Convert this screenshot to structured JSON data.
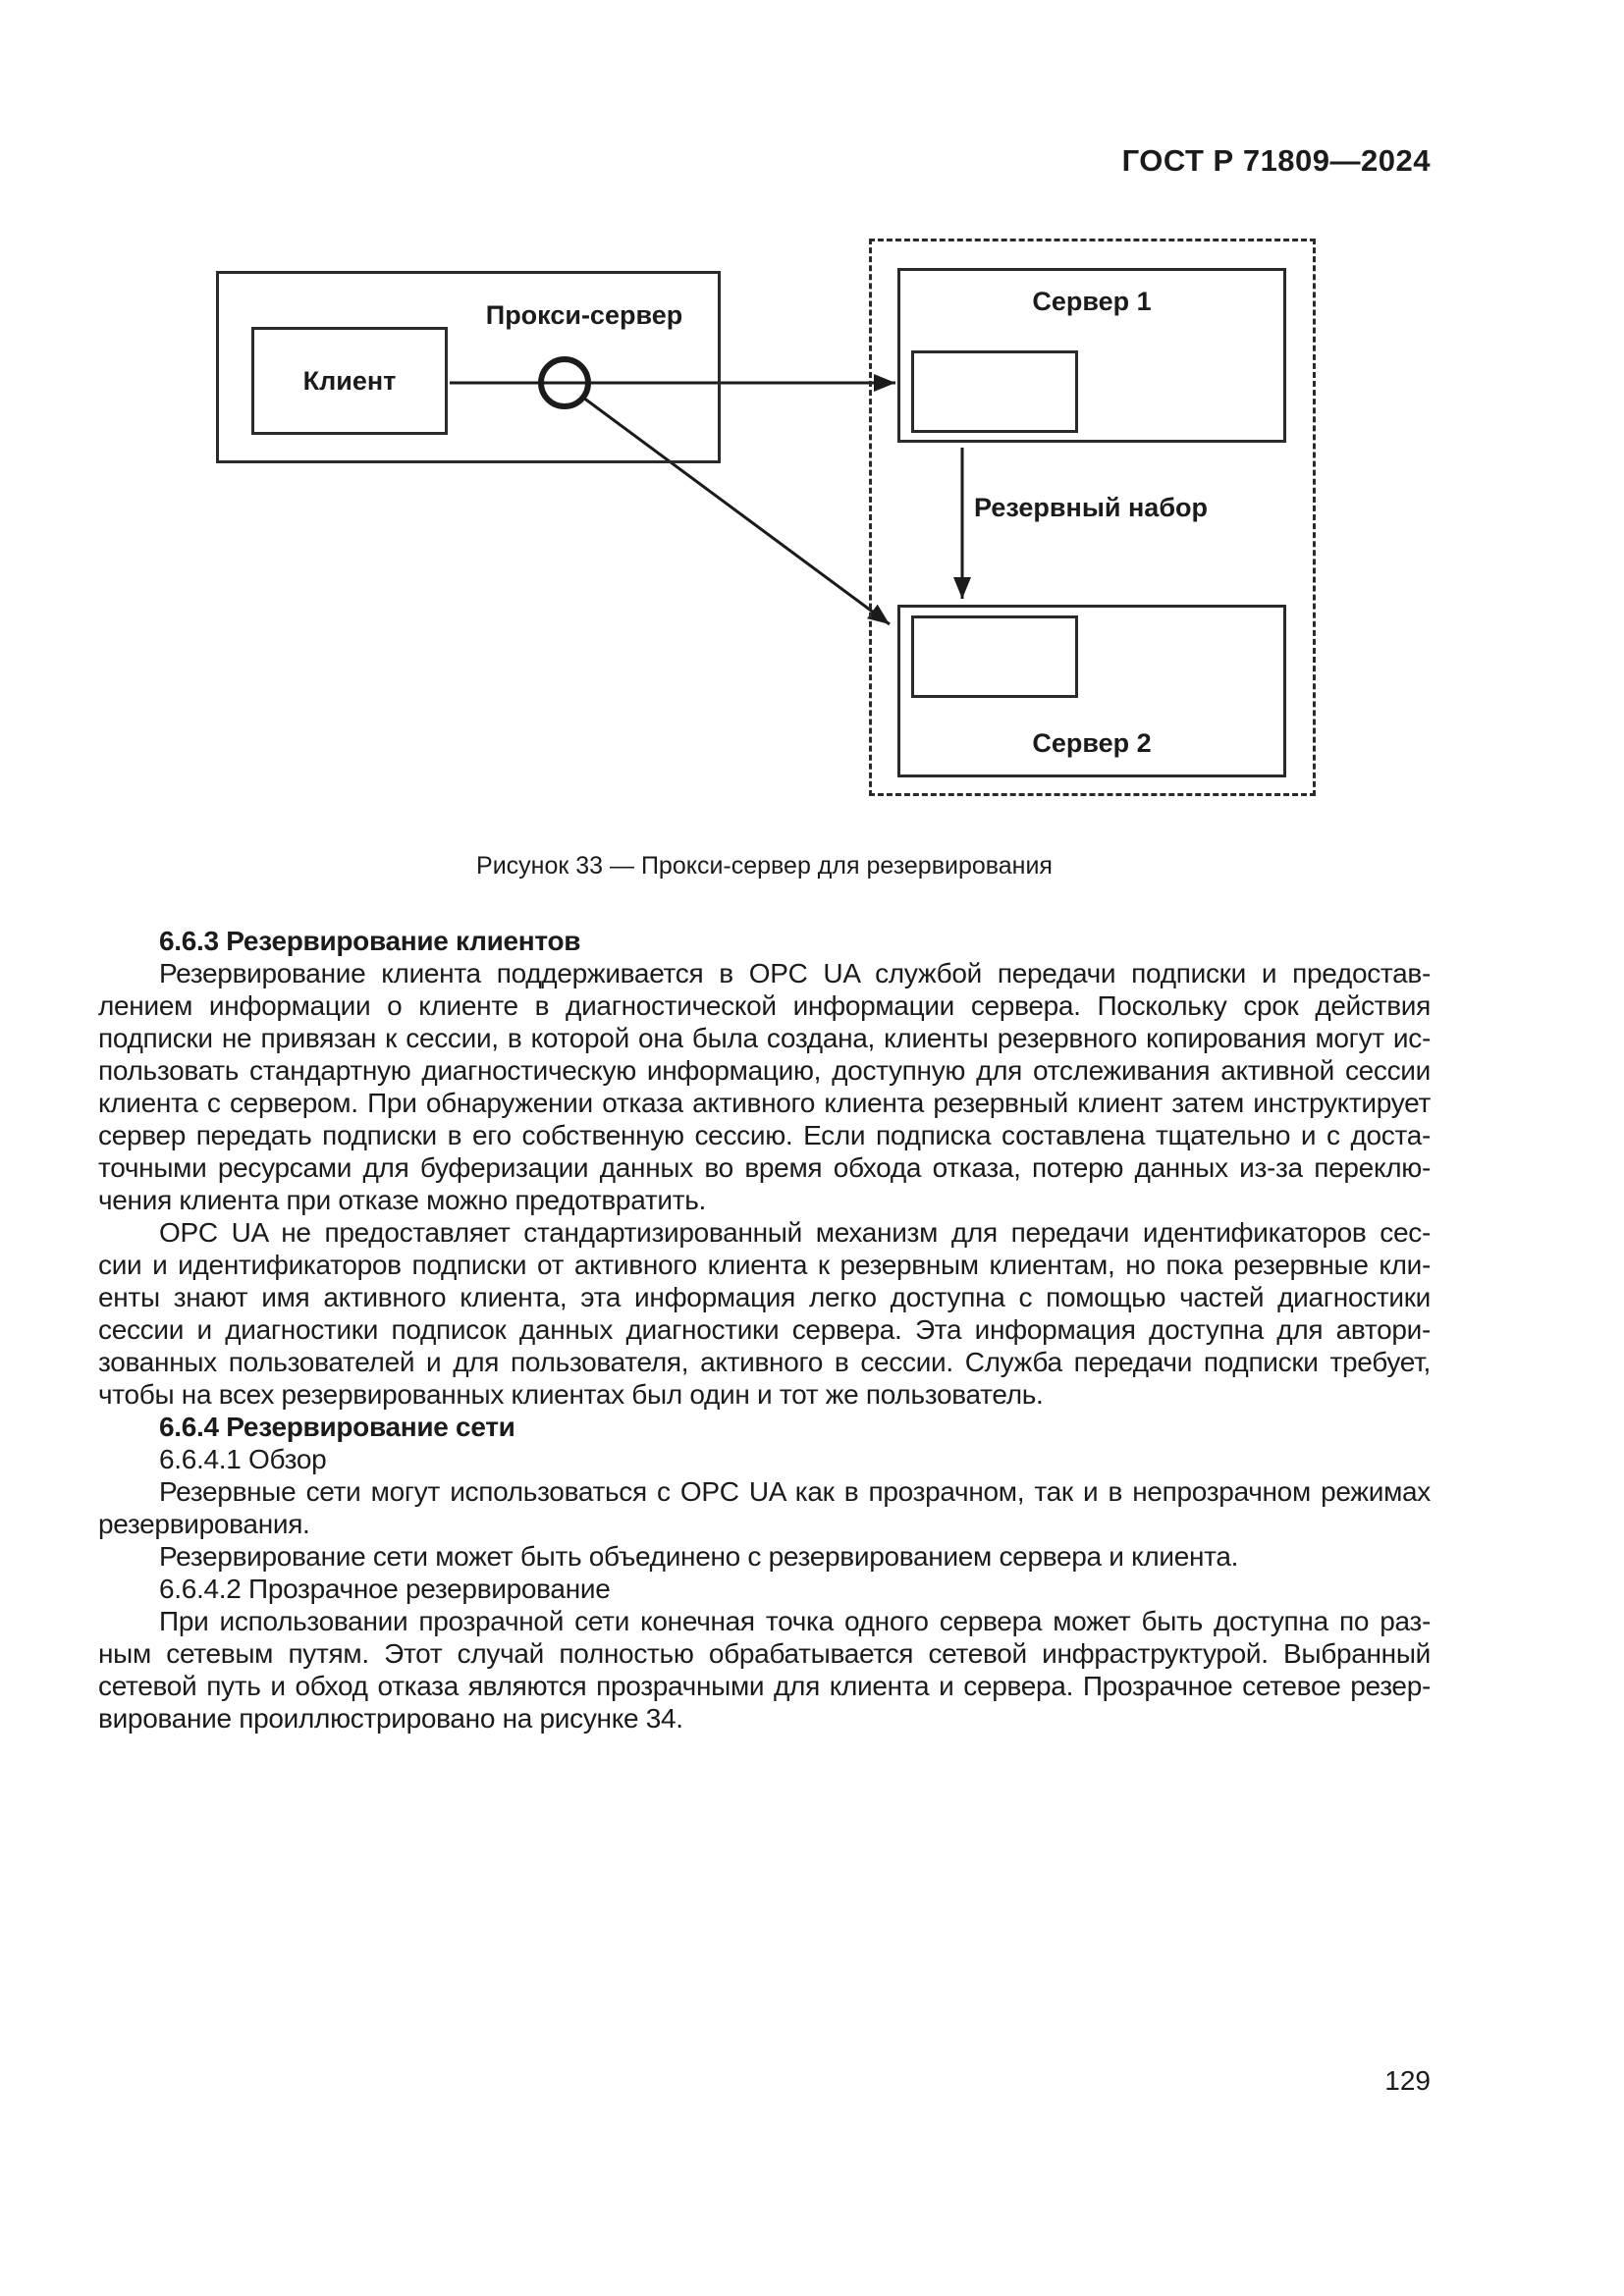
{
  "header": {
    "title": "ГОСТ Р 71809—2024"
  },
  "diagram": {
    "client_label": "Клиент",
    "proxy_label": "Прокси-сервер",
    "server1_label": "Сервер 1",
    "reserve_label": "Резервный набор",
    "server2_label": "Сервер 2"
  },
  "figure": {
    "caption": "Рисунок 33 — Прокси-сервер для резервирования"
  },
  "content": {
    "blocks": [
      {
        "bold": true,
        "indent": true,
        "lines": [
          "6.6.3 Резервирование клиентов"
        ]
      },
      {
        "bold": false,
        "indent": true,
        "lines": [
          "Резервирование клиента поддерживается в OPC UA службой передачи подписки и предостав-",
          "лением информации о клиенте в диагностической информации сервера. Поскольку срок действия",
          "подписки не привязан к сессии, в которой она была создана, клиенты резервного копирования могут ис-",
          "пользовать стандартную диагностическую информацию, доступную для отслеживания активной сессии",
          "клиента с сервером. При обнаружении отказа активного клиента резервный клиент затем инструктирует",
          "сервер передать подписки в его собственную сессию. Если подписка составлена тщательно и с доста-",
          "точными ресурсами для буферизации данных во время обхода отказа, потерю данных из-за переклю-",
          "чения клиента при отказе можно предотвратить."
        ]
      },
      {
        "bold": false,
        "indent": true,
        "lines": [
          "OPC UA не предоставляет стандартизированный механизм для передачи идентификаторов сес-",
          "сии и идентификаторов подписки от активного клиента к резервным клиентам, но пока резервные кли-",
          "енты знают имя активного клиента, эта информация легко доступна с помощью частей диагностики",
          "сессии и диагностики подписок данных диагностики сервера. Эта информация доступна для автори-",
          "зованных пользователей и для пользователя, активного в сессии. Служба передачи подписки требует,",
          "чтобы на всех резервированных клиентах был один и тот же пользователь."
        ]
      },
      {
        "bold": true,
        "indent": true,
        "lines": [
          "6.6.4 Резервирование сети"
        ]
      },
      {
        "bold": false,
        "indent": true,
        "lines": [
          "6.6.4.1 Обзор"
        ]
      },
      {
        "bold": false,
        "indent": true,
        "lines": [
          "Резервные сети могут использоваться с OPC UA как в прозрачном, так и в непрозрачном режимах",
          "резервирования."
        ]
      },
      {
        "bold": false,
        "indent": true,
        "lines": [
          "Резервирование сети может быть объединено с резервированием сервера и клиента."
        ]
      },
      {
        "bold": false,
        "indent": true,
        "lines": [
          "6.6.4.2 Прозрачное резервирование"
        ]
      },
      {
        "bold": false,
        "indent": true,
        "lines": [
          "При использовании прозрачной сети конечная точка одного сервера может быть доступна по раз-",
          "ным сетевым путям. Этот случай полностью обрабатывается сетевой инфраструктурой. Выбранный",
          "сетевой путь и обход отказа являются прозрачными для клиента и сервера. Прозрачное сетевое резер-",
          "вирование проиллюстрировано на рисунке 34."
        ]
      }
    ]
  },
  "footer": {
    "page_number": "129"
  },
  "colors": {
    "text": "#1b1b1b",
    "background": "#ffffff"
  }
}
